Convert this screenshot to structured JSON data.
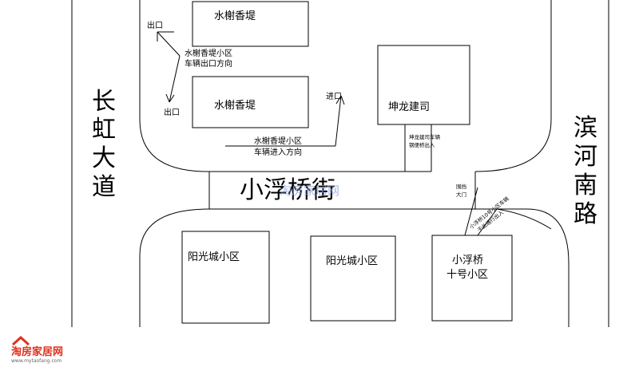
{
  "roads": {
    "changhong": "长虹大道",
    "binhe": "滨河南路",
    "xiaofuqiao": "小浮桥街"
  },
  "buildings": {
    "shuixie_top": "水榭香堤",
    "shuixie_mid": "水榭香堤",
    "kunlong": "坤龙建司",
    "yangguang_left": "阳光城小区",
    "yangguang_mid": "阳光城小区",
    "xiaofuqiao_line1": "小浮桥",
    "xiaofuqiao_line2": "十号小区"
  },
  "labels": {
    "exit_1": "出口",
    "exit_2": "出口",
    "entrance": "进口",
    "exit_dir_line1": "水榭香堤小区",
    "exit_dir_line2": "车辆出口方向",
    "enter_dir_line1": "水榭香堤小区",
    "enter_dir_line2": "车辆进入方向",
    "kunlong_access_line1": "坤龙建司车辆",
    "kunlong_access_line2": "钢便桥出入",
    "gate_line1": "围挡",
    "gate_line2": "大门",
    "no10_access_line1": "小浮桥10号小区车辆",
    "no10_access_line2": "于此通行出入"
  },
  "watermark": "淘房家居网",
  "logo": {
    "name": "淘房家居网",
    "url": "www.mytaofang.com"
  },
  "colors": {
    "line": "#000000",
    "watermark": "#8fa6d8",
    "logo_red": "#e0301e"
  }
}
